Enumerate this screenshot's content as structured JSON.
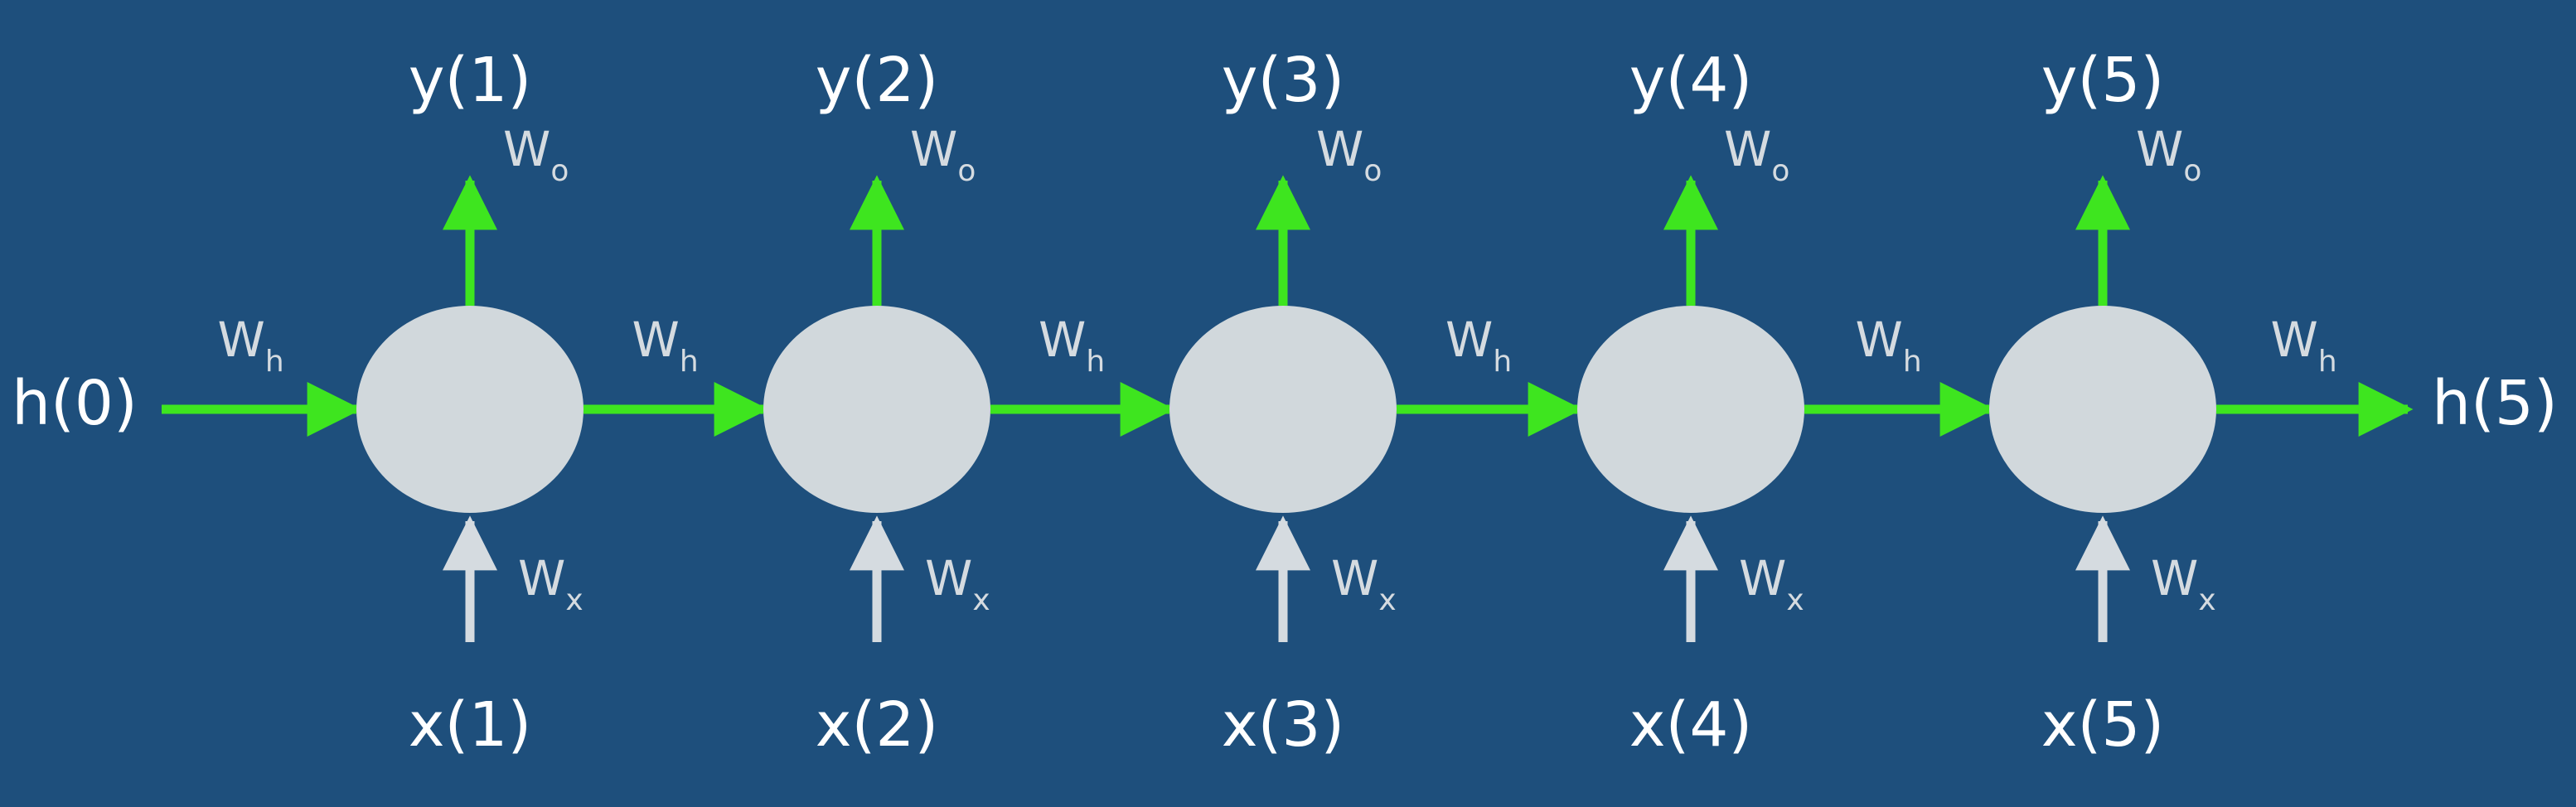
{
  "colors": {
    "background": "#1e4f7c",
    "node": "#d1d8dc",
    "recurrent_arrow": "#3ee51f",
    "input_arrow": "#d5dbe0",
    "text": "#ffffff",
    "weight_text": "#d5dbe0"
  },
  "h_start": "h(0)",
  "h_end": "h(5)",
  "weights": {
    "hidden": {
      "base": "W",
      "sub": "h"
    },
    "output": {
      "base": "W",
      "sub": "o"
    },
    "input": {
      "base": "W",
      "sub": "x"
    }
  },
  "cells": [
    {
      "output": "y(1)",
      "input": "x(1)"
    },
    {
      "output": "y(2)",
      "input": "x(2)"
    },
    {
      "output": "y(3)",
      "input": "x(3)"
    },
    {
      "output": "y(4)",
      "input": "x(4)"
    },
    {
      "output": "y(5)",
      "input": "x(5)"
    }
  ]
}
